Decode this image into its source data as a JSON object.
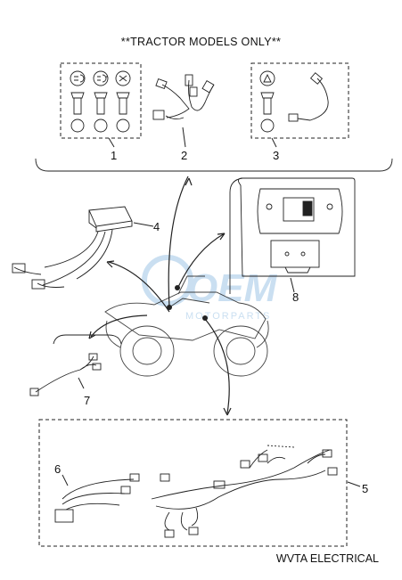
{
  "header": {
    "text": "**TRACTOR MODELS ONLY**"
  },
  "footer": {
    "text": "WVTA ELECTRICAL"
  },
  "callouts": [
    "1",
    "2",
    "3",
    "4",
    "5",
    "6",
    "7",
    "8"
  ],
  "watermark": {
    "brand": "OEM",
    "sub": "MOTORPARTS"
  },
  "colors": {
    "line": "#222222",
    "watermark": "#9fc6e6",
    "background": "#ffffff"
  }
}
